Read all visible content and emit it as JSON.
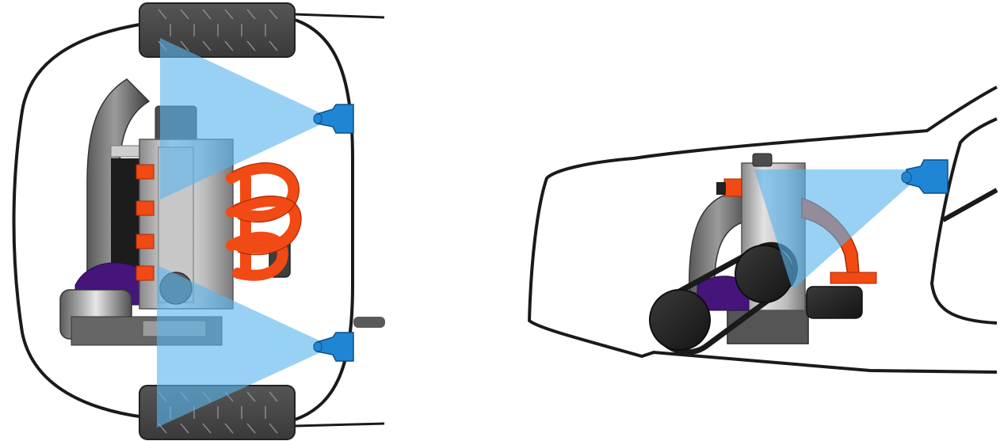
{
  "figure": {
    "views": [
      {
        "id": "top-view",
        "subject": "engine-bay-top-view"
      },
      {
        "id": "side-view",
        "subject": "engine-bay-side-view"
      }
    ],
    "colors": {
      "beam": "#5ab4ee",
      "camera": "#1f86d6",
      "manifold": "#f24a14",
      "block_light": "#d3d3d3",
      "block_dark": "#7c7c7c",
      "purple_part": "#45157a",
      "tire": "#4a4a4a",
      "outline": "#1a1a1a"
    },
    "cameras": [
      {
        "view": "top-view",
        "name": "camera-top-front"
      },
      {
        "view": "top-view",
        "name": "camera-top-rear"
      },
      {
        "view": "side-view",
        "name": "camera-side"
      }
    ]
  }
}
